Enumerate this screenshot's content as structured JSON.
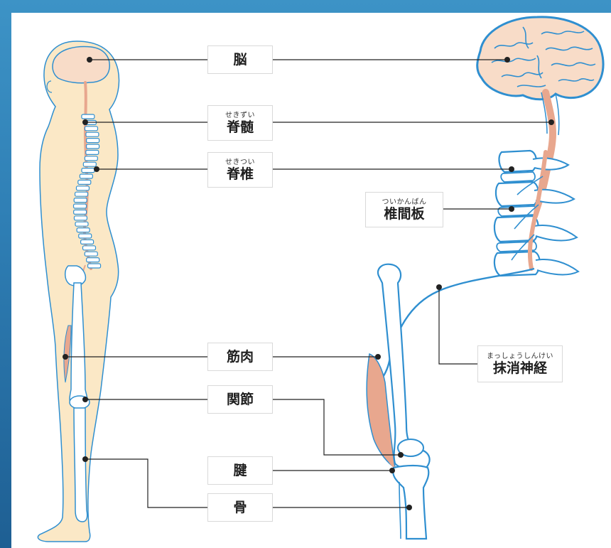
{
  "labels": {
    "brain": {
      "text": "脳"
    },
    "spinal_cord": {
      "ruby": "せきずい",
      "text": "脊髄"
    },
    "vertebrae": {
      "ruby": "せきつい",
      "text": "脊椎"
    },
    "disc": {
      "ruby": "ついかんばん",
      "text": "椎間板"
    },
    "muscle": {
      "text": "筋肉"
    },
    "joint": {
      "text": "関節"
    },
    "peripheral_nerve": {
      "ruby": "まっしょうしんけい",
      "text": "抹消神経"
    },
    "tendon": {
      "text": "腱"
    },
    "bone": {
      "text": "骨"
    }
  },
  "colors": {
    "background_top": "#3d93c6",
    "background_bottom": "#1e5f93",
    "outline_blue": "#2f8fd0",
    "skin": "#fbe8c6",
    "brain_fill": "#f8dcc8",
    "nerve": "#e8a78e",
    "leader_line": "#222222"
  }
}
